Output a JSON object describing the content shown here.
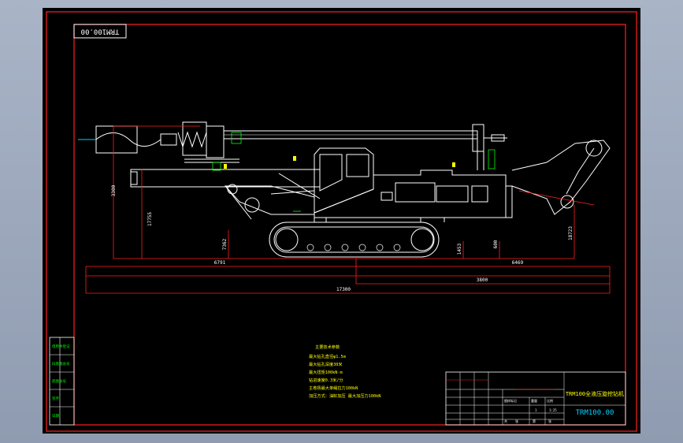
{
  "drawing": {
    "code_rotated": "TRM100.00",
    "colors": {
      "background": "#000000",
      "frame": "#ff2020",
      "outline": "#ffffff",
      "dimension": "#00d2ff",
      "text_yellow": "#ffff00",
      "text_green": "#00ff00"
    }
  },
  "dimensions": {
    "height_left": "3300",
    "height_mid": "17755",
    "ground_a": "7362",
    "ground_b": "1453",
    "ground_c": "600",
    "right_height": "18723",
    "span_left": "6791",
    "span_right": "6469",
    "span_mid": "3800",
    "total": "17300"
  },
  "notes": {
    "title": "主要技术参数",
    "lines": [
      "最大钻孔直径φ1.5m",
      "最大钻孔深度30米",
      "最大扭矩100kN·m",
      "钻进速度0.3米/分",
      "主卷扬最大单绳拉力100kN",
      "加压方式：油缸加压 最大加压力100kN"
    ]
  },
  "side_block": {
    "rows": [
      "借用件登记",
      "旧底图总号",
      "底图总号",
      "签字",
      "日期"
    ]
  },
  "title_block": {
    "name": "TRM100全液压旋挖钻机",
    "code": "TRM100.00",
    "cells": [
      "图样标记",
      "重量",
      "比例",
      "1",
      "1:25",
      "共",
      "张",
      "第",
      "张"
    ]
  }
}
